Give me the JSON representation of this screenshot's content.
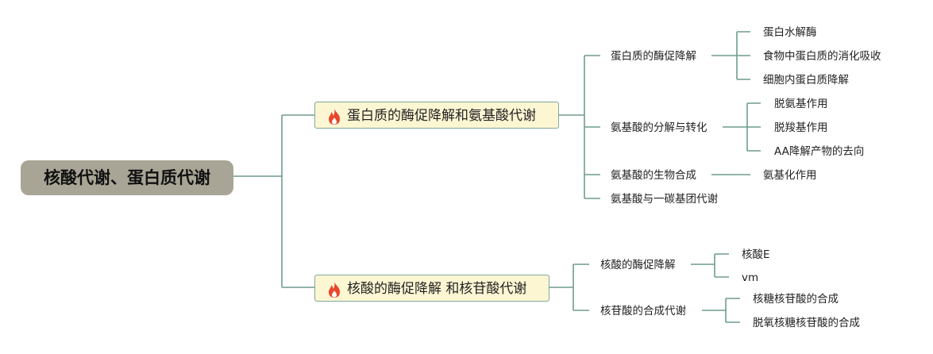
{
  "root": {
    "label": "核酸代谢、蛋白质代谢"
  },
  "branches": [
    {
      "label": "蛋白质的酶促降解和氨基酸代谢",
      "icon": "fire-icon",
      "children": [
        {
          "label": "蛋白质的酶促降解",
          "children": [
            "蛋白水解酶",
            "食物中蛋白质的消化吸收",
            "细胞内蛋白质降解"
          ]
        },
        {
          "label": "氨基酸的分解与转化",
          "children": [
            "脱氨基作用",
            "脱羧基作用",
            "AA降解产物的去向"
          ]
        },
        {
          "label": "氨基酸的生物合成",
          "children": [
            "氨基化作用"
          ]
        },
        {
          "label": "氨基酸与一碳基团代谢",
          "children": []
        }
      ]
    },
    {
      "label": "核酸的酶促降解 和核苷酸代谢",
      "icon": "fire-icon",
      "children": [
        {
          "label": "核酸的酶促降解",
          "children": [
            "核酸E",
            "vm"
          ]
        },
        {
          "label": "核苷酸的合成代谢",
          "children": [
            "核糖核苷酸的合成",
            "脱氧核糖核苷酸的合成"
          ]
        }
      ]
    }
  ],
  "colors": {
    "line": "#6f9c8f",
    "root_bg": "#a9a596",
    "branch_bg": "#fdf6d3",
    "branch_border": "#7fa89b",
    "fire": "#e8452c"
  }
}
